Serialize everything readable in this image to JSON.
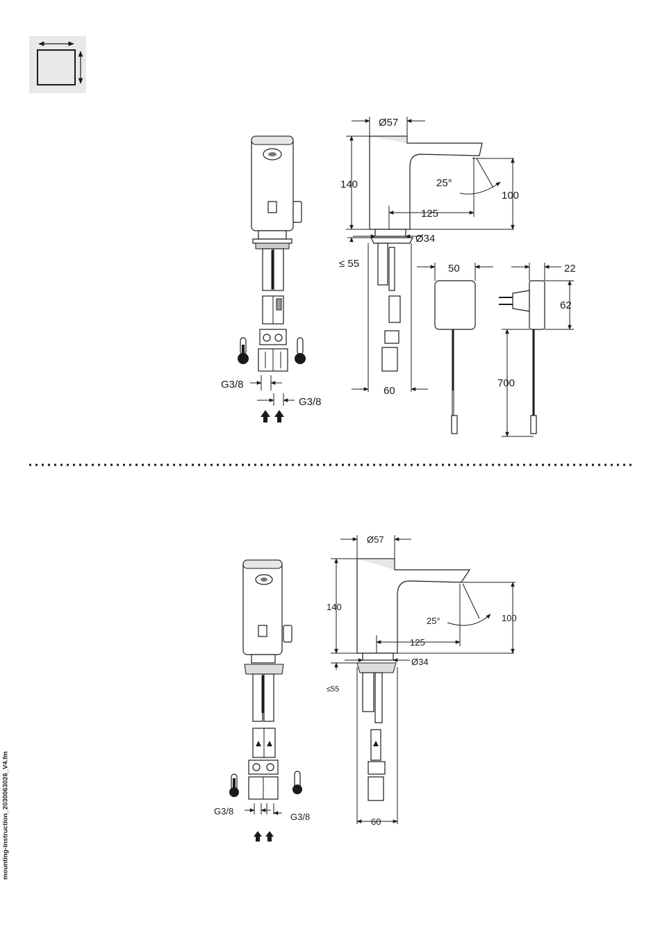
{
  "icon": {
    "name": "dimensions-icon",
    "bg": "#e9e9e9"
  },
  "diagram_top": {
    "diameter_top": "Ø57",
    "height": "140",
    "angle": "25°",
    "spout_height": "100",
    "reach": "125",
    "diameter_base": "Ø34",
    "deck_thickness": "≤ 55",
    "base_width": "60",
    "thread_left": "G3/8",
    "thread_right": "G3/8",
    "psu_width": "50",
    "adapter_depth": "22",
    "adapter_height": "62",
    "cable_length": "700"
  },
  "diagram_bottom": {
    "diameter_top": "Ø57",
    "height": "140",
    "angle": "25°",
    "spout_height": "100",
    "reach": "125",
    "diameter_base": "Ø34",
    "deck_thickness": "≤55",
    "base_width": "60",
    "thread_left": "G3/8",
    "thread_right": "G3/8"
  },
  "footer": {
    "file_label": "mounting-instruction_2030063026_V4.fm"
  },
  "colors": {
    "line": "#1a1a1a",
    "hot": "#1a1a1a",
    "separator": "#1a1a1a"
  }
}
